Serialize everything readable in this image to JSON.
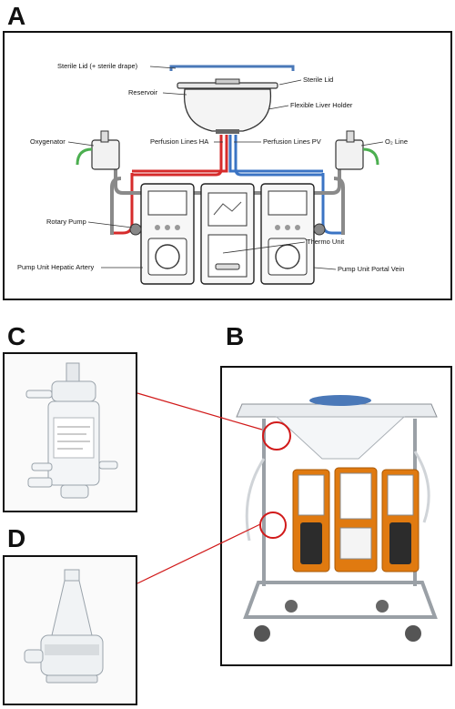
{
  "panels": {
    "a": "A",
    "b": "B",
    "c": "C",
    "d": "D"
  },
  "labels": {
    "sterile_lid_drape": "Sterile Lid (+ sterile drape)",
    "sterile_lid": "Sterile Lid",
    "reservoir": "Reservoir",
    "flexible_liver_holder": "Flexible Liver Holder",
    "oxygenator": "Oxygenator",
    "perfusion_lines_ha": "Perfusion Lines HA",
    "perfusion_lines_pv": "Perfusion Lines PV",
    "o2_line": "O₂ Line",
    "rotary_pump": "Rotary Pump",
    "thermo_unit": "Thermo Unit",
    "pump_unit_hepatic_artery": "Pump Unit Hepatic Artery",
    "pump_unit_portal_vein": "Pump Unit Portal Vein"
  },
  "colors": {
    "artery_red": "#d62b2b",
    "vein_blue": "#3b74c4",
    "o2_green": "#4caf50",
    "device_orange": "#e07a10",
    "callout_red": "#d11a1a"
  }
}
